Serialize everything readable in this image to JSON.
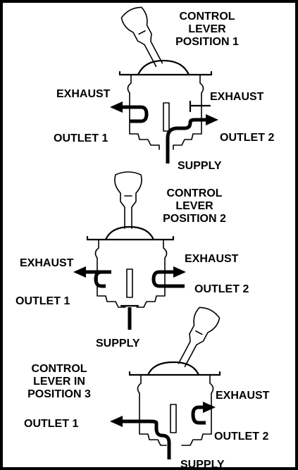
{
  "panels": [
    {
      "title": [
        "CONTROL",
        "LEVER",
        "POSITION 1"
      ],
      "exhaust_left": "EXHAUST",
      "exhaust_right": "EXHAUST",
      "outlet_left": "OUTLET 1",
      "outlet_right": "OUTLET 2",
      "supply": "SUPPLY"
    },
    {
      "title": [
        "CONTROL",
        "LEVER",
        "POSITION 2"
      ],
      "exhaust_left": "EXHAUST",
      "exhaust_right": "EXHAUST",
      "outlet_left": "OUTLET 1",
      "outlet_right": "OUTLET 2",
      "supply": "SUPPLY"
    },
    {
      "title": [
        "CONTROL",
        "LEVER IN",
        "POSITION 3"
      ],
      "exhaust_right": "EXHAUST",
      "outlet_left": "OUTLET 1",
      "outlet_right": "OUTLET 2",
      "supply": "SUPPLY"
    }
  ]
}
